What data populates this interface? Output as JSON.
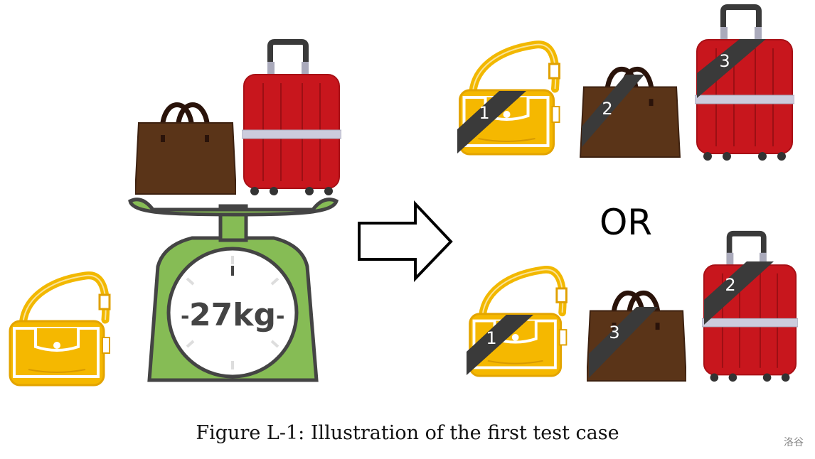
{
  "scale": {
    "reading": "27kg"
  },
  "separator": "OR",
  "option_a": {
    "shoulder_bag": "1",
    "handbag": "2",
    "suitcase": "3"
  },
  "option_b": {
    "shoulder_bag": "1",
    "handbag": "3",
    "suitcase": "2"
  },
  "caption": "Figure L-1: Illustration of the first test case",
  "watermark": "洛谷",
  "colors": {
    "bag_yellow": "#f5b800",
    "bag_brown": "#5a3418",
    "suitcase_red": "#c8161d",
    "scale_green": "#86bc55",
    "sash": "#3a3a3a"
  }
}
